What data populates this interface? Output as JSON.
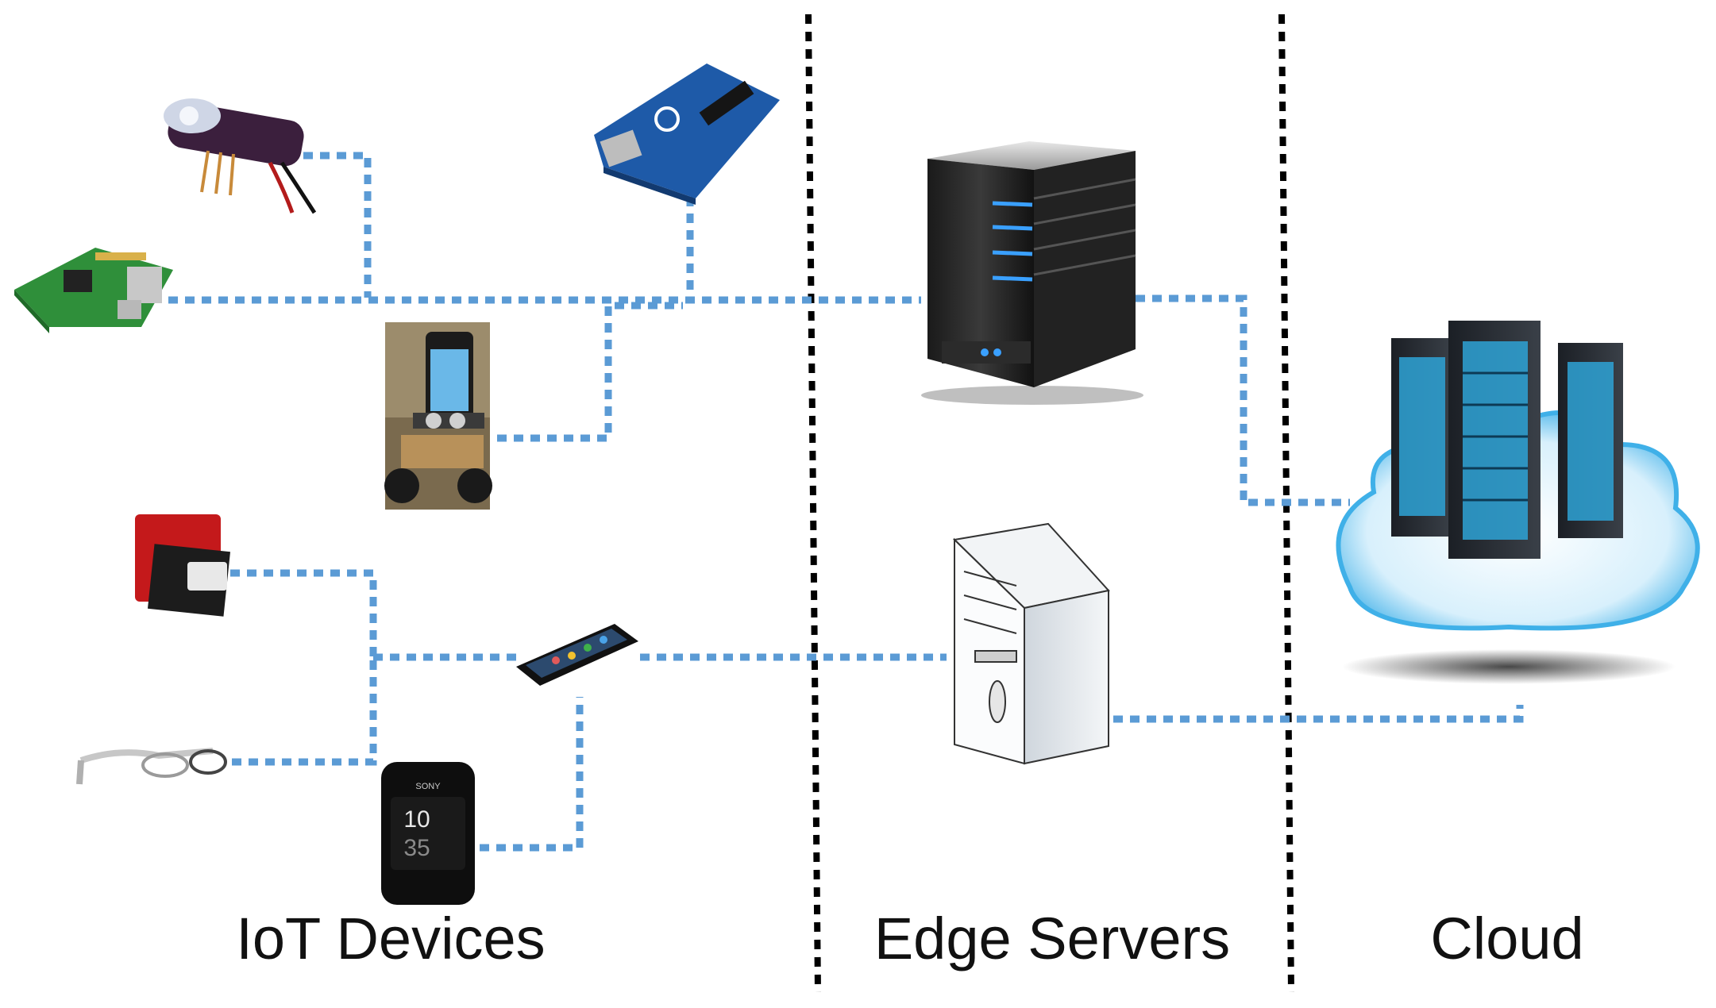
{
  "sections": {
    "iot": "IoT Devices",
    "edge": "Edge Servers",
    "cloud": "Cloud"
  },
  "watch": {
    "hour": "10",
    "minute": "35",
    "brand": "SONY"
  },
  "colors": {
    "connector": "#5b9bd5",
    "divider": "#000000",
    "edge_server_led": "#3aa0ff",
    "cloud_fill": "#d8f0fc"
  }
}
